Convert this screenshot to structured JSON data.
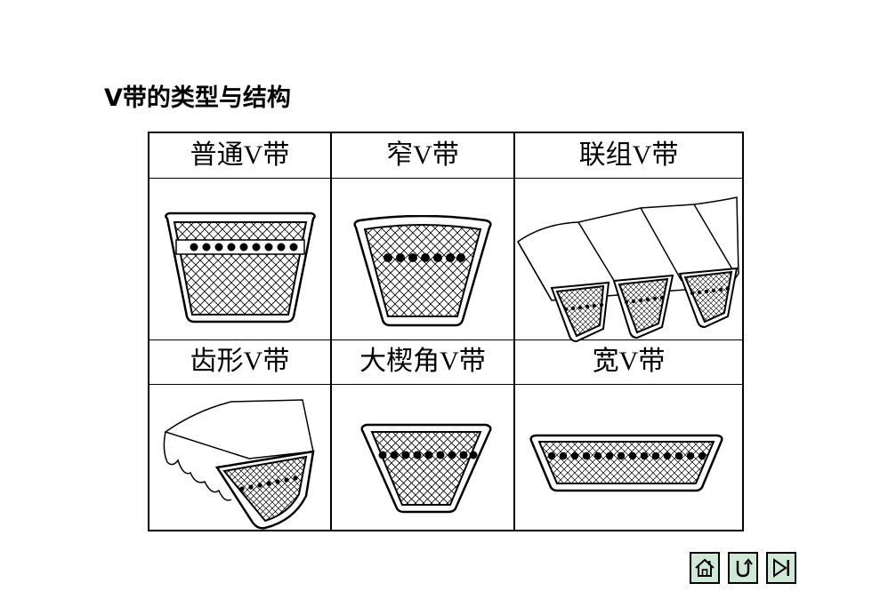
{
  "page": {
    "title": "V带的类型与结构"
  },
  "table": {
    "cells": [
      {
        "label": "普通V带"
      },
      {
        "label": "窄V带"
      },
      {
        "label": "联组V带"
      },
      {
        "label": "齿形V带"
      },
      {
        "label": "大楔角V带"
      },
      {
        "label": "宽V带"
      }
    ]
  },
  "nav": {
    "buttons": [
      {
        "icon": "home-icon"
      },
      {
        "icon": "return-icon"
      },
      {
        "icon": "next-icon"
      }
    ]
  }
}
